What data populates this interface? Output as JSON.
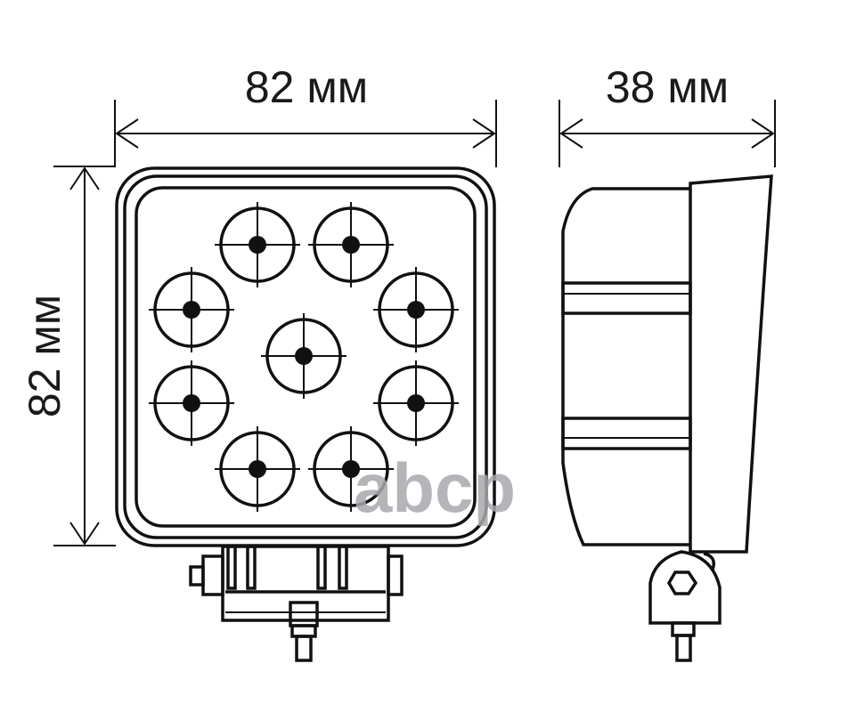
{
  "dimensions": {
    "front_width": "82 мм",
    "front_height": "82 мм",
    "side_depth": "38 мм"
  },
  "watermark": "аbср",
  "colors": {
    "line": "#111111",
    "watermark": "#a7a9ac"
  }
}
